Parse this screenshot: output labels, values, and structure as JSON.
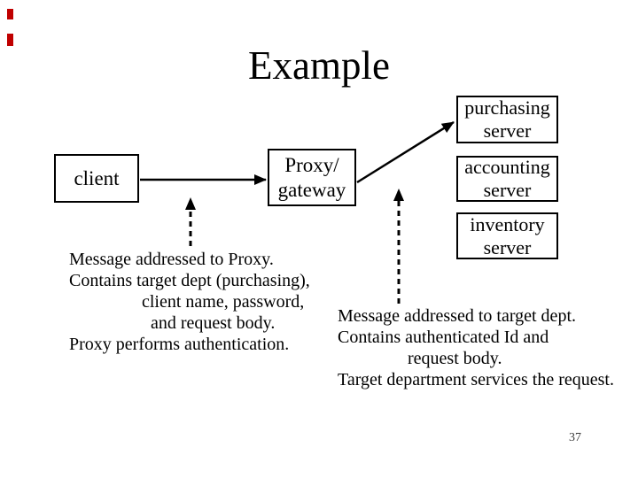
{
  "slide": {
    "title": "Example",
    "page_number": "37",
    "accent_color": "#c00000"
  },
  "boxes": {
    "client": {
      "label": "client"
    },
    "proxy": {
      "line1": "Proxy/",
      "line2": "gateway"
    },
    "purchasing": {
      "line1": "purchasing",
      "line2": "server"
    },
    "accounting": {
      "line1": "accounting",
      "line2": "server"
    },
    "inventory": {
      "line1": "inventory",
      "line2": "server"
    }
  },
  "notes": {
    "left": {
      "line1": "Message addressed to Proxy.",
      "line2": "Contains target dept (purchasing),",
      "line3": "client name, password,",
      "line4": "and request body.",
      "line5": "Proxy performs authentication."
    },
    "right": {
      "line1": "Message addressed to target dept.",
      "line2": "Contains authenticated Id and",
      "line3": "request body.",
      "line4": "Target department services the request."
    }
  }
}
